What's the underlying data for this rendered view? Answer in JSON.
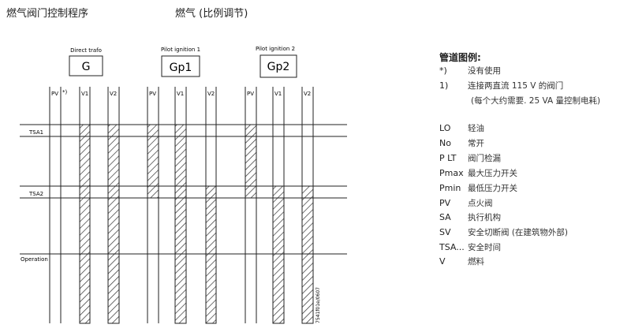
{
  "header": {
    "title_left": "燃气阀门控制程序",
    "title_right": "燃气 (比例调节)"
  },
  "diagram": {
    "groups": [
      {
        "caption": "Direct trafo",
        "label": "G"
      },
      {
        "caption": "Pilot ignition 1",
        "label": "Gp1"
      },
      {
        "caption": "Pilot  ignition 2",
        "label": "Gp2"
      }
    ],
    "col_labels": [
      "PV",
      "*)",
      "V1",
      "V2",
      "PV",
      "V1",
      "V2",
      "PV",
      "V1",
      "V2"
    ],
    "row_labels": [
      "TSA1",
      "TSA2",
      "Operation"
    ],
    "ref_code": "7541f01e/0607"
  },
  "legend": {
    "title": "管道图例:",
    "notes": [
      {
        "abbr": "*)",
        "desc": "没有使用"
      },
      {
        "abbr": "1)",
        "desc": "连接两直流 115 V 的阀门"
      }
    ],
    "note_extra": "(每个大约需要. 25 VA 量控制电耗)",
    "items": [
      {
        "abbr": "LO",
        "desc": "轻油"
      },
      {
        "abbr": "No",
        "desc": "常开"
      },
      {
        "abbr": "P LT",
        "desc": "阀门检漏"
      },
      {
        "abbr": "Pmax",
        "desc": "最大压力开关"
      },
      {
        "abbr": "Pmin",
        "desc": "最低压力开关"
      },
      {
        "abbr": "PV",
        "desc": "点火阀"
      },
      {
        "abbr": "SA",
        "desc": "执行机构"
      },
      {
        "abbr": "SV",
        "desc": "安全切断阀 (在建筑物外部)"
      },
      {
        "abbr": "TSA...",
        "desc": "安全时间"
      },
      {
        "abbr": "V",
        "desc": "燃料"
      }
    ]
  }
}
